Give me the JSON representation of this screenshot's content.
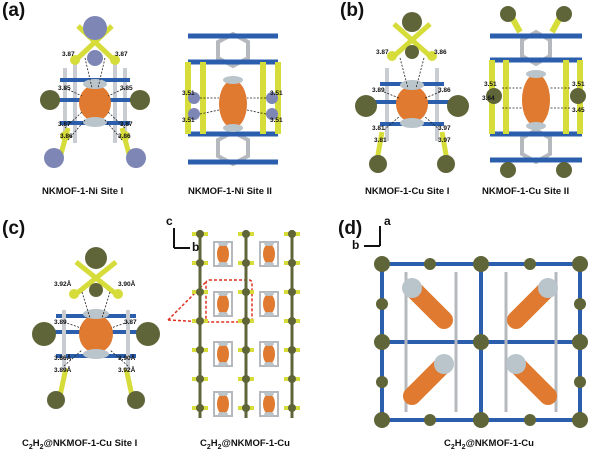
{
  "panels": {
    "a": {
      "label": "(a)",
      "site1": {
        "caption": "NKMOF-1-Ni Site I",
        "distances": [
          "3.87",
          "3.87",
          "3.85",
          "3.85",
          "3.87",
          "3.87",
          "3.86",
          "3.86"
        ]
      },
      "site2": {
        "caption": "NKMOF-1-Ni Site II",
        "distances": [
          "3.51",
          "3.51",
          "3.51",
          "3.51"
        ]
      }
    },
    "b": {
      "label": "(b)",
      "site1": {
        "caption": "NKMOF-1-Cu Site I",
        "distances": [
          "3.87",
          "3.86",
          "3.89",
          "3.86",
          "3.81",
          "3.97",
          "3.81",
          "3.97"
        ]
      },
      "site2": {
        "caption": "NKMOF-1-Cu Site II",
        "distances": [
          "3.51",
          "3.51",
          "3.64",
          "3.45"
        ]
      }
    },
    "c": {
      "label": "(c)",
      "axes": {
        "up": "c",
        "right": "b"
      },
      "site1": {
        "caption_main": "C",
        "sub1": "2",
        "mid": "H",
        "sub2": "2",
        "rest": "@NKMOF-1-Cu Site I",
        "distances": [
          "3.92Å",
          "3.90Å",
          "3.89",
          "3.87",
          "3.86Å",
          "3.90Å",
          "3.89Å",
          "3.92Å"
        ]
      },
      "packing": {
        "caption_main": "C",
        "sub1": "2",
        "mid": "H",
        "sub2": "2",
        "rest": "@NKMOF-1-Cu"
      }
    },
    "d": {
      "label": "(d)",
      "axes": {
        "up": "a",
        "left": "b"
      },
      "caption_main": "C",
      "sub1": "2",
      "mid": "H",
      "sub2": "2",
      "rest": "@NKMOF-1-Cu"
    }
  },
  "colors": {
    "metal_ni": "#7d86b5",
    "metal_cu": "#5f6538",
    "fluorine": "#d6dc3a",
    "linker_blue": "#2b5fae",
    "carbon_grey": "#b5b9be",
    "guest_orange": "#e07a30",
    "guest_cap": "#b9c4cb",
    "highlight_red": "#e03020"
  }
}
